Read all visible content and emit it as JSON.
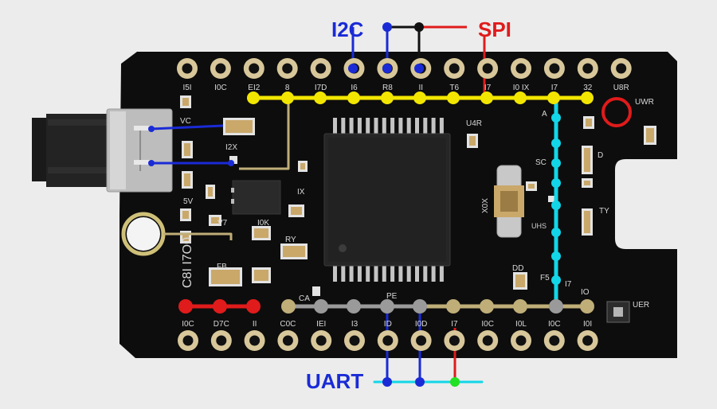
{
  "labels": {
    "i2c": "I2C",
    "spi": "SPI",
    "uart": "UART"
  },
  "colors": {
    "board": "#0d0d0d",
    "pad": "#d8c79a",
    "yellow_bus": "#f2e600",
    "cyan_bus": "#12d6e8",
    "red_bus": "#e01b1b",
    "gray_bus": "#9a9a9a",
    "tan_bus": "#bfae78",
    "blue_wire": "#1a2bd6",
    "i2c_text": "#1a2bd6",
    "spi_text": "#e01b1b",
    "uart_text": "#1a2bd6"
  },
  "top_pin_labels": [
    "I5I",
    "I0C",
    "EI2",
    "8",
    "I7D",
    "I6",
    "R8",
    "II",
    "T6",
    "I7",
    "I0 IX",
    "I7",
    "32",
    "U8R"
  ],
  "bottom_pin_labels": [
    "I0C",
    "D7C",
    "II",
    "C0C",
    "IEI",
    "I3",
    "ID",
    "I0D",
    "I7",
    "I0C",
    "I0L",
    "I0C",
    "I0I"
  ],
  "silkscreen": {
    "vc": "VC",
    "u4r": "U4R",
    "a": "A",
    "sc": "SC",
    "d": "D",
    "ty": "TY",
    "x0x": "X0X",
    "uhs": "UHS",
    "dd": "DD",
    "fs": "F5",
    "i7": "I7",
    "io": "IO",
    "ca": "CA",
    "pe": "PE",
    "u8r_right": "UER",
    "i2x": "I2X",
    "v7": "V7",
    "i0k": "I0K",
    "ry": "RY",
    "fb": "FB",
    "sv": "5V",
    "ix": "IX",
    "vertical": "C8I I7O0",
    "uwr": "UWR"
  }
}
